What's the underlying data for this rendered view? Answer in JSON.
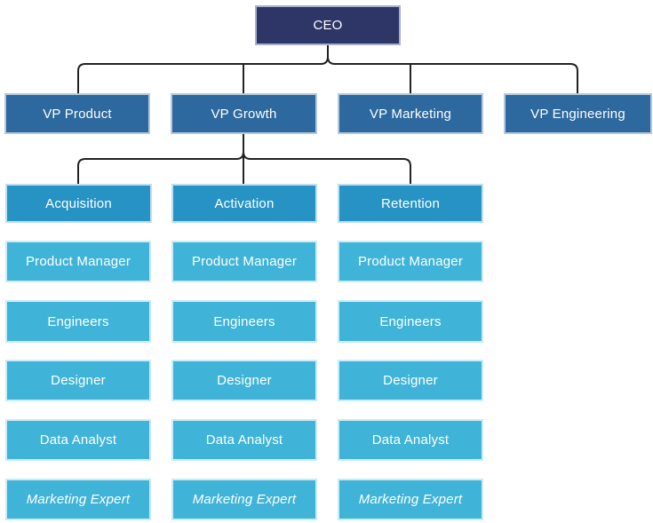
{
  "org_chart": {
    "root": {
      "label": "CEO"
    },
    "level2": [
      {
        "label": "VP Product"
      },
      {
        "label": "VP Growth"
      },
      {
        "label": "VP Marketing"
      },
      {
        "label": "VP Engineering"
      }
    ],
    "teams": [
      {
        "label": "Acquisition",
        "members": [
          "Product Manager",
          "Engineers",
          "Designer",
          "Data Analyst",
          "Marketing Expert"
        ]
      },
      {
        "label": "Activation",
        "members": [
          "Product Manager",
          "Engineers",
          "Designer",
          "Data Analyst",
          "Marketing Expert"
        ]
      },
      {
        "label": "Retention",
        "members": [
          "Product Manager",
          "Engineers",
          "Designer",
          "Data Analyst",
          "Marketing Expert"
        ]
      }
    ],
    "colors": {
      "level1_fill": "#2e3567",
      "level2_fill": "#2d689e",
      "level3_fill": "#2793c4",
      "member_fill": "#40b4d8",
      "connector": "#222222",
      "text": "#ffffff",
      "background": "#ffffff"
    }
  }
}
